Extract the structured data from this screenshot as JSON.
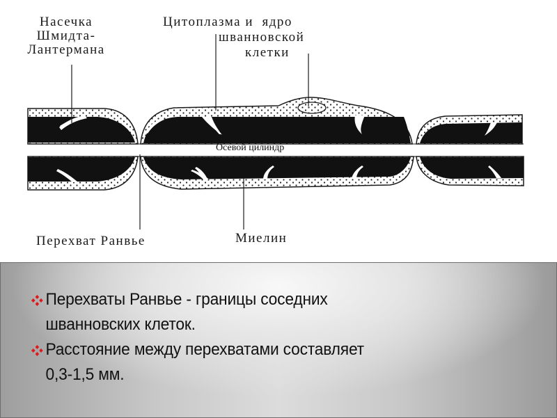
{
  "diagram": {
    "title": "Myelinated nerve fiber with nodes of Ranvier",
    "labels": {
      "schmidt_lanterman": "Насечка\nШмидта-\nЛантермана",
      "cytoplasm_nucleus_line1": "Цитоплазма и  ядро",
      "cytoplasm_nucleus_line2": "шванновской",
      "cytoplasm_nucleus_line3": "клетки",
      "axon": "Осевой цилиндр",
      "node_of_ranvier": "Перехват Ранвье",
      "myelin": "Миелин"
    },
    "colors": {
      "myelin": "#111111",
      "cytoplasm_fill": "#ffffff",
      "outline": "#1a1a1a"
    }
  },
  "panel": {
    "bullet_icon": "red-diamond-cluster-icon",
    "bullet_color": "#e0161b",
    "bullets": [
      {
        "line1": "Перехваты Ранвье - границы соседних",
        "line2": "шванновских клеток."
      },
      {
        "line1": "Расстояние между перехватами  составляет",
        "line2": "0,3-1,5 мм."
      }
    ]
  }
}
